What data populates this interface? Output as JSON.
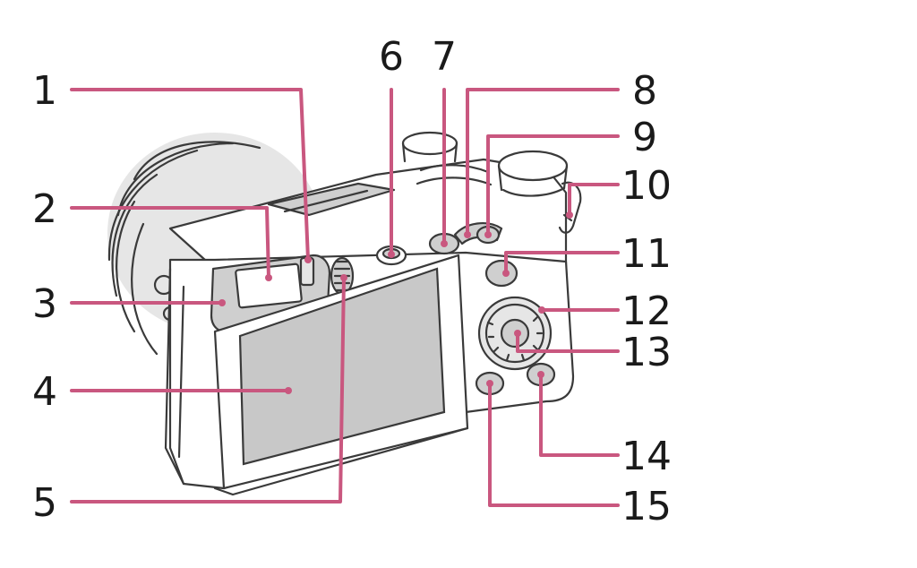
{
  "callouts": {
    "c1": "1",
    "c2": "2",
    "c3": "3",
    "c4": "4",
    "c5": "5",
    "c6": "6",
    "c7": "7",
    "c8": "8",
    "c9": "9",
    "c10": "10",
    "c11": "11",
    "c12": "12",
    "c13": "13",
    "c14": "14",
    "c15": "15"
  },
  "colors": {
    "leader": "#c9577f",
    "outline": "#3a3a3a",
    "monitor": "#c8c8c8"
  }
}
